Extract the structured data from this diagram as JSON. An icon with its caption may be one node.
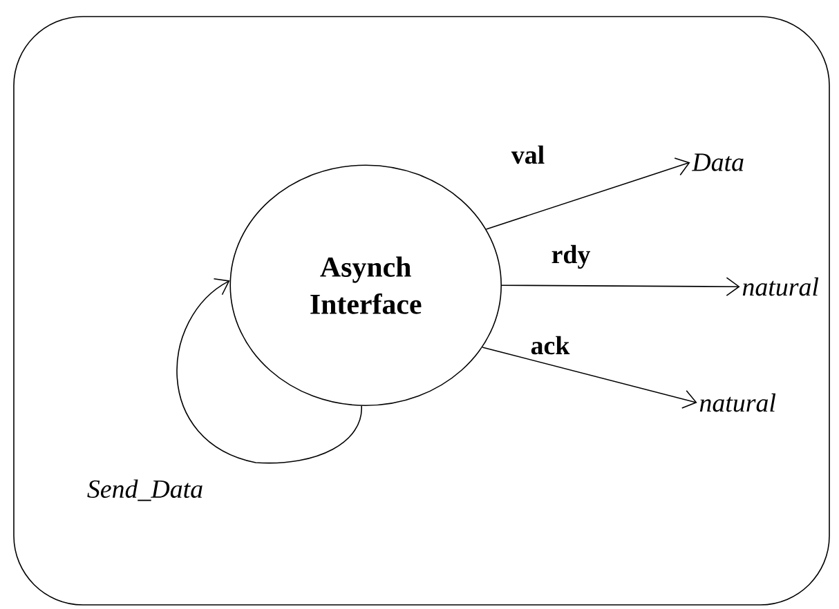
{
  "diagram": {
    "nodes": [
      {
        "text": [],
        "shape": "box"
      },
      {
        "text": [
          "Asynch Interface"
        ],
        "in": 0
      },
      {
        "text": [
          "Data"
        ],
        "in": 0
      },
      {
        "text": [
          "natural"
        ],
        "in": 0
      },
      {
        "text": [
          "natural"
        ],
        "in": 0
      }
    ],
    "edges": [
      {
        "from": 1,
        "to": 2,
        "arrow": "to",
        "label": "val"
      },
      {
        "from": 1,
        "to": 3,
        "arrow": "to",
        "label": "rdy"
      },
      {
        "from": 1,
        "to": 4,
        "arrow": "to",
        "label": "ack"
      },
      {
        "from": 1,
        "to": 1,
        "arrow": "to",
        "label": "Send_Data"
      }
    ]
  }
}
